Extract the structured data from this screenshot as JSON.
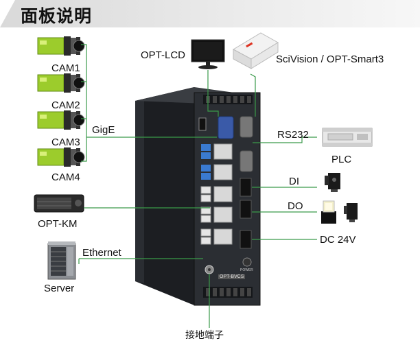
{
  "title": "面板说明",
  "labels": {
    "cam1": "CAM1",
    "cam2": "CAM2",
    "cam3": "CAM3",
    "cam4": "CAM4",
    "gige": "GigE",
    "opt_km": "OPT-KM",
    "ethernet": "Ethernet",
    "server": "Server",
    "opt_lcd": "OPT-LCD",
    "scivision": "SciVision / OPT-Smart3",
    "rs232": "RS232",
    "plc": "PLC",
    "di": "DI",
    "do": "DO",
    "dc24v": "DC 24V",
    "ground": "接地端子"
  },
  "device_texts": {
    "front_label": "OPT-BVCS",
    "power": "POWER"
  },
  "colors": {
    "connector_line": "#3a9a4a",
    "camera_body": "#9ccc2c",
    "device_body": "#1e2024"
  }
}
